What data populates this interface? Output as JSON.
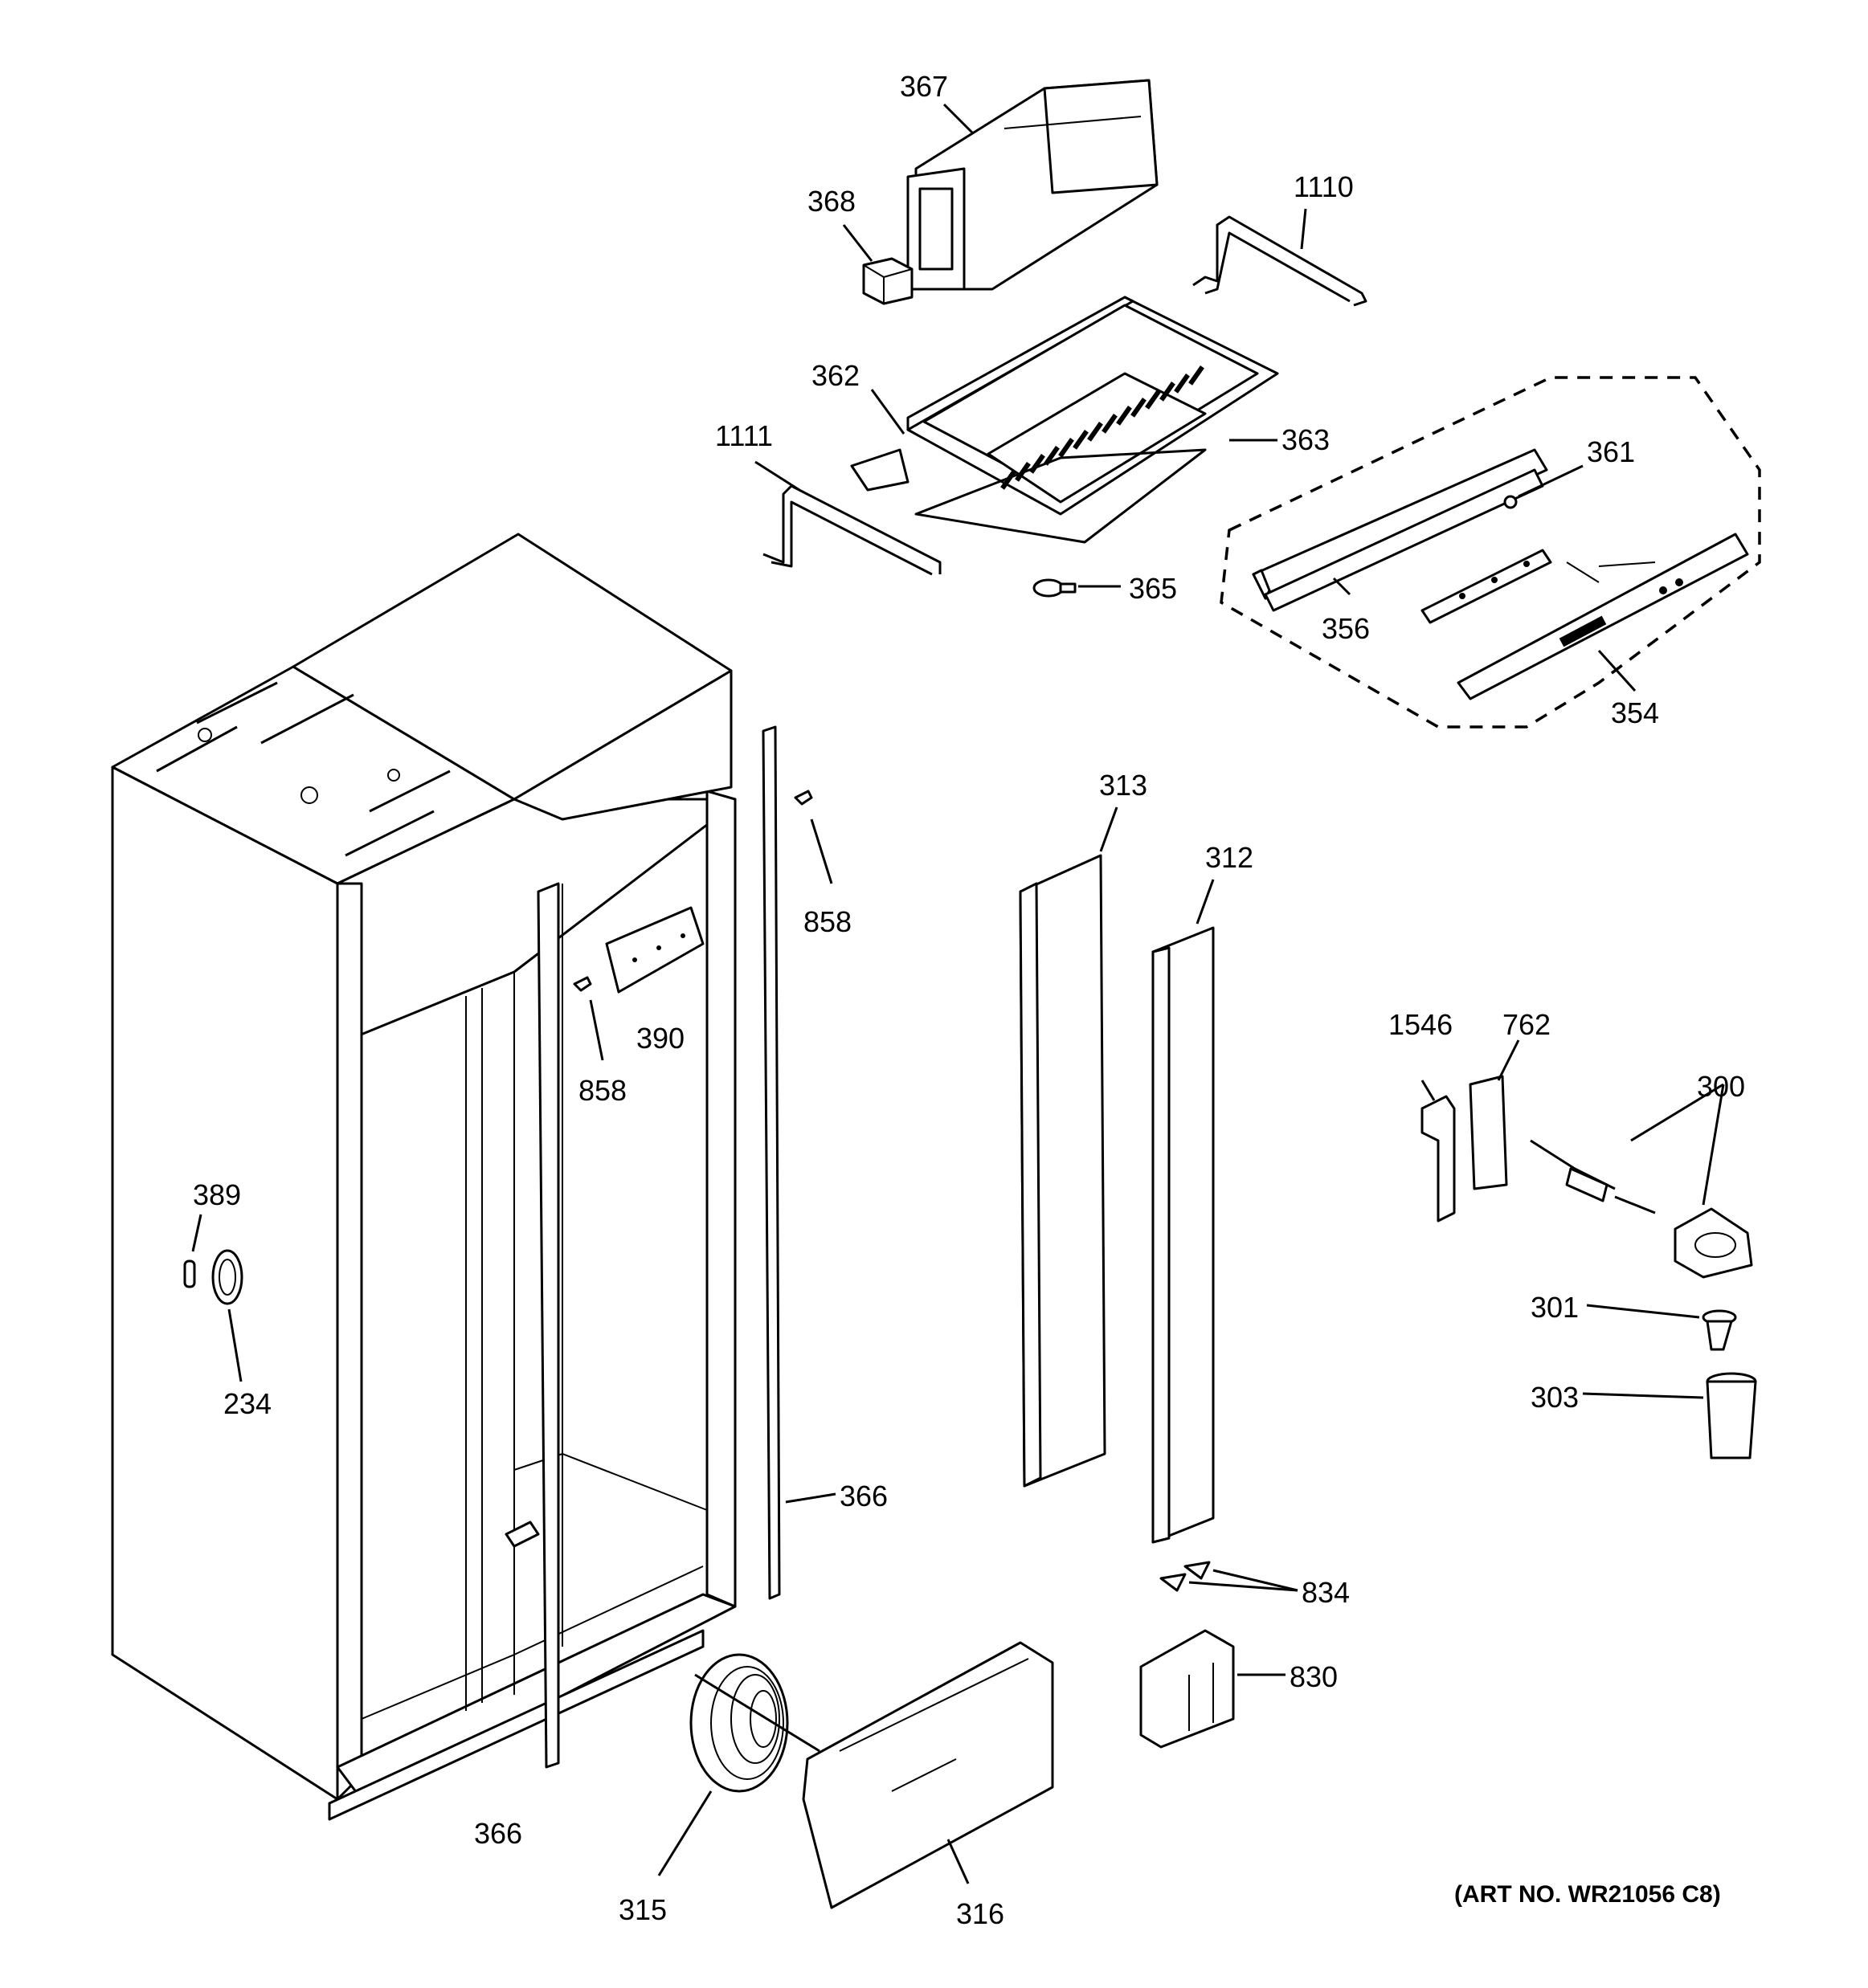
{
  "art_number": "(ART NO. WR21056 C8)",
  "labels": {
    "p367": "367",
    "p368": "368",
    "p1110": "1110",
    "p362": "362",
    "p1111": "1111",
    "p363": "363",
    "p365": "365",
    "p361": "361",
    "p356": "356",
    "p354": "354",
    "p858a": "858",
    "p858b": "858",
    "p390": "390",
    "p313": "313",
    "p312": "312",
    "p1546": "1546",
    "p762": "762",
    "p300": "300",
    "p389": "389",
    "p234": "234",
    "p301": "301",
    "p303": "303",
    "p366a": "366",
    "p366b": "366",
    "p834": "834",
    "p830": "830",
    "p315": "315",
    "p316": "316"
  }
}
